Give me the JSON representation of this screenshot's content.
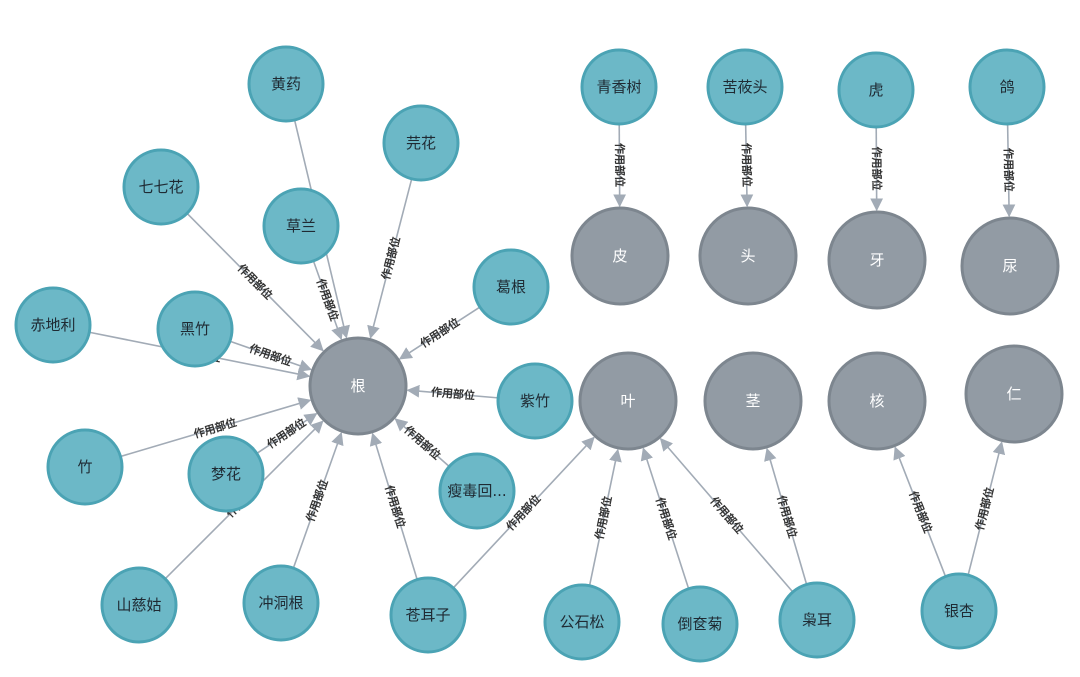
{
  "colors": {
    "plant_fill": "#6cb8c7",
    "plant_stroke": "#4ba3b4",
    "part_fill": "#929ba4",
    "part_stroke": "#7d868f",
    "edge": "#a2abb6"
  },
  "edge_label": "作用部位",
  "parts": [
    {
      "id": "gen",
      "label": "根"
    },
    {
      "id": "ye",
      "label": "叶"
    },
    {
      "id": "pi",
      "label": "皮"
    },
    {
      "id": "tou",
      "label": "头"
    },
    {
      "id": "ya",
      "label": "牙"
    },
    {
      "id": "niao",
      "label": "尿"
    },
    {
      "id": "jing",
      "label": "茎"
    },
    {
      "id": "he",
      "label": "核"
    },
    {
      "id": "ren",
      "label": "仁"
    }
  ],
  "plants": [
    {
      "id": "huangyao",
      "label": "黄药"
    },
    {
      "id": "yuanhua",
      "label": "芫花"
    },
    {
      "id": "qiqihua",
      "label": "七七花"
    },
    {
      "id": "caolan",
      "label": "草兰"
    },
    {
      "id": "gegen",
      "label": "葛根"
    },
    {
      "id": "chidili",
      "label": "赤地利"
    },
    {
      "id": "heizhu",
      "label": "黑竹"
    },
    {
      "id": "zizhu",
      "label": "紫竹"
    },
    {
      "id": "zhu",
      "label": "竹"
    },
    {
      "id": "menghua",
      "label": "梦花"
    },
    {
      "id": "shoudu",
      "label": "瘦毒回..."
    },
    {
      "id": "shancigu",
      "label": "山慈姑"
    },
    {
      "id": "chongdonggen",
      "label": "冲洞根"
    },
    {
      "id": "cangerzi",
      "label": "苍耳子"
    },
    {
      "id": "gongshisong",
      "label": "公石松"
    },
    {
      "id": "daolianju",
      "label": "倒奁菊"
    },
    {
      "id": "xiaoer",
      "label": "枭耳"
    },
    {
      "id": "yinxing",
      "label": "银杏"
    },
    {
      "id": "qingxiangshu",
      "label": "青香树"
    },
    {
      "id": "kuzhitou",
      "label": "苦莜头"
    },
    {
      "id": "hu",
      "label": "虎"
    },
    {
      "id": "ge",
      "label": "鸽"
    }
  ],
  "edges": [
    {
      "from": "huangyao",
      "to": "gen"
    },
    {
      "from": "yuanhua",
      "to": "gen"
    },
    {
      "from": "qiqihua",
      "to": "gen"
    },
    {
      "from": "caolan",
      "to": "gen"
    },
    {
      "from": "gegen",
      "to": "gen"
    },
    {
      "from": "chidili",
      "to": "gen"
    },
    {
      "from": "heizhu",
      "to": "gen"
    },
    {
      "from": "zizhu",
      "to": "gen"
    },
    {
      "from": "zhu",
      "to": "gen"
    },
    {
      "from": "menghua",
      "to": "gen"
    },
    {
      "from": "shoudu",
      "to": "gen"
    },
    {
      "from": "shancigu",
      "to": "gen"
    },
    {
      "from": "chongdonggen",
      "to": "gen"
    },
    {
      "from": "cangerzi",
      "to": "gen"
    },
    {
      "from": "cangerzi",
      "to": "ye"
    },
    {
      "from": "gongshisong",
      "to": "ye"
    },
    {
      "from": "daolianju",
      "to": "ye"
    },
    {
      "from": "xiaoer",
      "to": "ye"
    },
    {
      "from": "xiaoer",
      "to": "jing"
    },
    {
      "from": "yinxing",
      "to": "he"
    },
    {
      "from": "yinxing",
      "to": "ren"
    },
    {
      "from": "qingxiangshu",
      "to": "pi"
    },
    {
      "from": "kuzhitou",
      "to": "tou"
    },
    {
      "from": "hu",
      "to": "ya"
    },
    {
      "from": "ge",
      "to": "niao"
    }
  ]
}
